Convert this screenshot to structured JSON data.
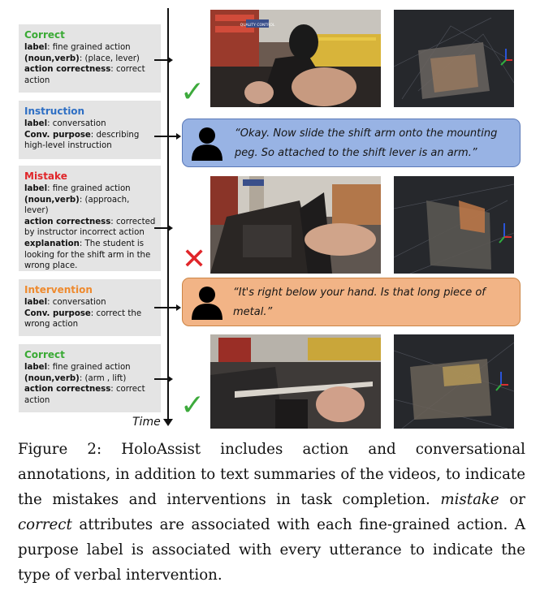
{
  "annotations": [
    {
      "title": "Correct",
      "title_color": "#3aaa35",
      "rows": [
        {
          "key": "label",
          "value": ": fine grained action"
        },
        {
          "key": "(noun,verb)",
          "value": ": (place, lever)"
        },
        {
          "key": "action correctness",
          "value": ": correct action"
        }
      ]
    },
    {
      "title": "Instruction",
      "title_color": "#2e6fc4",
      "rows": [
        {
          "key": "label",
          "value": ": conversation"
        },
        {
          "key": "Conv. purpose",
          "value": ": describing high-level instruction"
        }
      ]
    },
    {
      "title": "Mistake",
      "title_color": "#e0262a",
      "rows": [
        {
          "key": "label",
          "value": ": fine grained action"
        },
        {
          "key": "(noun,verb)",
          "value": ": (approach, lever)"
        },
        {
          "key": "action correctness",
          "value": ": corrected by instructor incorrect action"
        },
        {
          "key": "explanation",
          "value": ": The student is looking for the shift arm in the wrong place."
        }
      ]
    },
    {
      "title": "Intervention",
      "title_color": "#ee8a2e",
      "rows": [
        {
          "key": "label",
          "value": ": conversation"
        },
        {
          "key": "Conv. purpose",
          "value": ": correct the wrong action"
        }
      ]
    },
    {
      "title": "Correct",
      "title_color": "#3aaa35",
      "rows": [
        {
          "key": "label",
          "value": ": fine grained action"
        },
        {
          "key": "(noun,verb)",
          "value": ": (arm , lift)"
        },
        {
          "key": "action correctness",
          "value": ": correct action"
        }
      ]
    }
  ],
  "axis_label": "Time",
  "utterances": [
    {
      "text": "“Okay. Now slide the shift arm onto the mounting peg. So attached to the shift lever is an arm.”",
      "color": "#98b3e4"
    },
    {
      "text": "“It's right below your hand. Is that long piece of metal.”",
      "color": "#f2b486"
    }
  ],
  "status_marks": {
    "correct": "✓",
    "mistake": "✕"
  },
  "photo_signs": {
    "quality_control": "QUALITY CONTROL"
  },
  "caption": {
    "prefix": "Figure 2: HoloAssist includes action and conversational annotations, in addition to text summaries of the videos, to indicate the mistakes and interventions in task completion.",
    "italic_1": "mistake",
    "mid_1": "or",
    "italic_2": "correct",
    "suffix": "attributes are associated with each fine-grained action. A purpose label is associated with every utterance to indicate the type of verbal intervention."
  }
}
